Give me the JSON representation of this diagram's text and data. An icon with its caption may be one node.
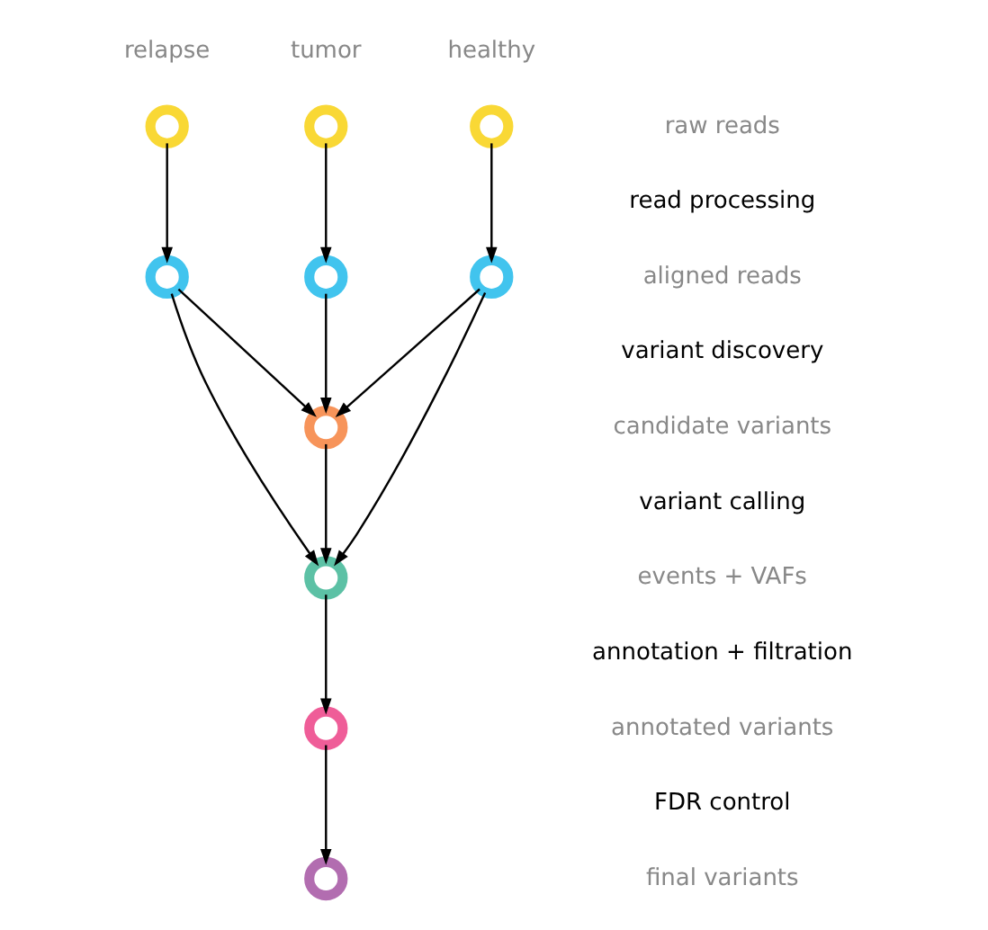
{
  "diagram": {
    "nodes": [
      {
        "text": [],
        "shape": "circle"
      },
      {
        "text": [],
        "shape": "circle"
      },
      {
        "text": [],
        "shape": "circle"
      },
      {
        "text": [],
        "shape": "circle"
      },
      {
        "text": [],
        "shape": "circle"
      },
      {
        "text": [],
        "shape": "circle"
      },
      {
        "text": [],
        "shape": "circle"
      },
      {
        "text": [],
        "shape": "circle"
      },
      {
        "text": [],
        "shape": "circle"
      },
      {
        "text": [],
        "shape": "circle"
      }
    ],
    "edges": [
      {
        "from": 0,
        "to": 3,
        "arrow": "to"
      },
      {
        "from": 1,
        "to": 4,
        "arrow": "to"
      },
      {
        "from": 2,
        "to": 5,
        "arrow": "to"
      },
      {
        "from": 3,
        "to": 6,
        "arrow": "to"
      },
      {
        "from": 4,
        "to": 6,
        "arrow": "to"
      },
      {
        "from": 5,
        "to": 6,
        "arrow": "to"
      },
      {
        "from": 3,
        "to": 7,
        "arrow": "to"
      },
      {
        "from": 6,
        "to": 7,
        "arrow": "to"
      },
      {
        "from": 5,
        "to": 7,
        "arrow": "to"
      },
      {
        "from": 7,
        "to": 8,
        "arrow": "to"
      },
      {
        "from": 8,
        "to": 9,
        "arrow": "to"
      }
    ],
    "labels": [
      "relapse",
      "tumor",
      "healthy",
      "raw reads",
      "read processing",
      "aligned reads",
      "variant discovery",
      "candidate variants",
      "variant calling",
      "events + VAFs",
      "annotation + filtration",
      "annotated variants",
      "FDR control",
      "final variants"
    ]
  }
}
